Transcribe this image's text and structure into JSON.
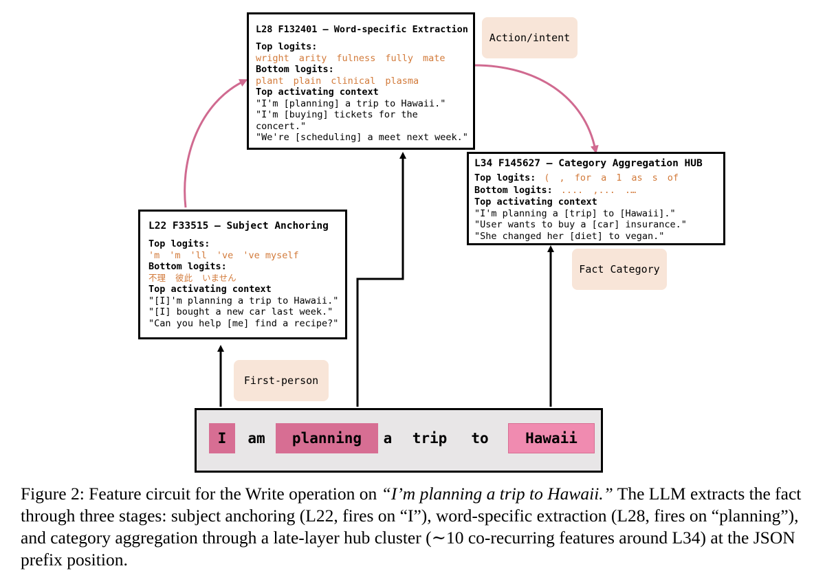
{
  "boxes": {
    "l28": {
      "title": "L28 F132401 — Word-specific Extraction",
      "top_logits_label": "Top logits:",
      "top_logits": [
        "wright",
        "arity",
        "fulness",
        "fully",
        "mate"
      ],
      "bottom_logits_label": "Bottom logits:",
      "bottom_logits": [
        "plant",
        "plain",
        "clinical",
        "plasma"
      ],
      "context_label": "Top activating context",
      "context": [
        "\"I'm [planning] a trip to Hawaii.\"",
        "\"I'm [buying] tickets for the",
        "concert.\"",
        "\"We're [scheduling] a meet next week.\""
      ]
    },
    "l22": {
      "title": "L22 F33515 — Subject Anchoring",
      "top_logits_label": "Top logits:",
      "top_logits": [
        "'m",
        "'m",
        "'ll",
        "'ve",
        "'ve myself"
      ],
      "bottom_logits_label": "Bottom logits:",
      "bottom_logits": [
        "不理",
        "彼此",
        "いません"
      ],
      "context_label": "Top activating context",
      "context": [
        "\"[I]'m planning a trip to Hawaii.\"",
        "\"[I] bought a new car last week.\"",
        "\"Can you help [me] find a recipe?\""
      ]
    },
    "l34": {
      "title": "L34 F145627 — Category Aggregation HUB",
      "top_logits_label": "Top logits:",
      "top_logits": [
        "(",
        ",",
        "for",
        "a",
        "1",
        "as",
        "s",
        "of"
      ],
      "bottom_logits_label": "Bottom logits:",
      "bottom_logits": [
        "....",
        ",...",
        ".…"
      ],
      "context_label": "Top activating context",
      "context": [
        "\"I'm planning a [trip] to [Hawaii].\"",
        "\"User wants to buy a [car] insurance.\"",
        "\"She changed her [diet] to vegan.\""
      ]
    }
  },
  "tags": {
    "action": "Action/intent",
    "fact": "Fact Category",
    "first_person": "First-person"
  },
  "tokens": [
    "I",
    "am",
    "planning",
    "a",
    "trip",
    "to",
    "Hawaii"
  ],
  "caption": {
    "prefix": "Figure 2: Feature circuit for the Write operation on ",
    "quote": "“I’m planning a trip to Hawaii.”",
    "rest": " The LLM extracts the fact through three stages: subject anchoring (L22, fires on “I”), word-specific extraction (L28, fires on “planning”), and category aggregation through a late-layer hub cluster (∼10 co-recurring features around L34) at the JSON prefix position."
  },
  "colors": {
    "logit_text": "#d27a3a",
    "token_highlight": "#d76e93",
    "token_highlight_light": "#f08bb0",
    "tag_bg": "#f8e5d8",
    "arrow_pink": "#d06a90",
    "sentence_bg": "#e8e6e7"
  }
}
